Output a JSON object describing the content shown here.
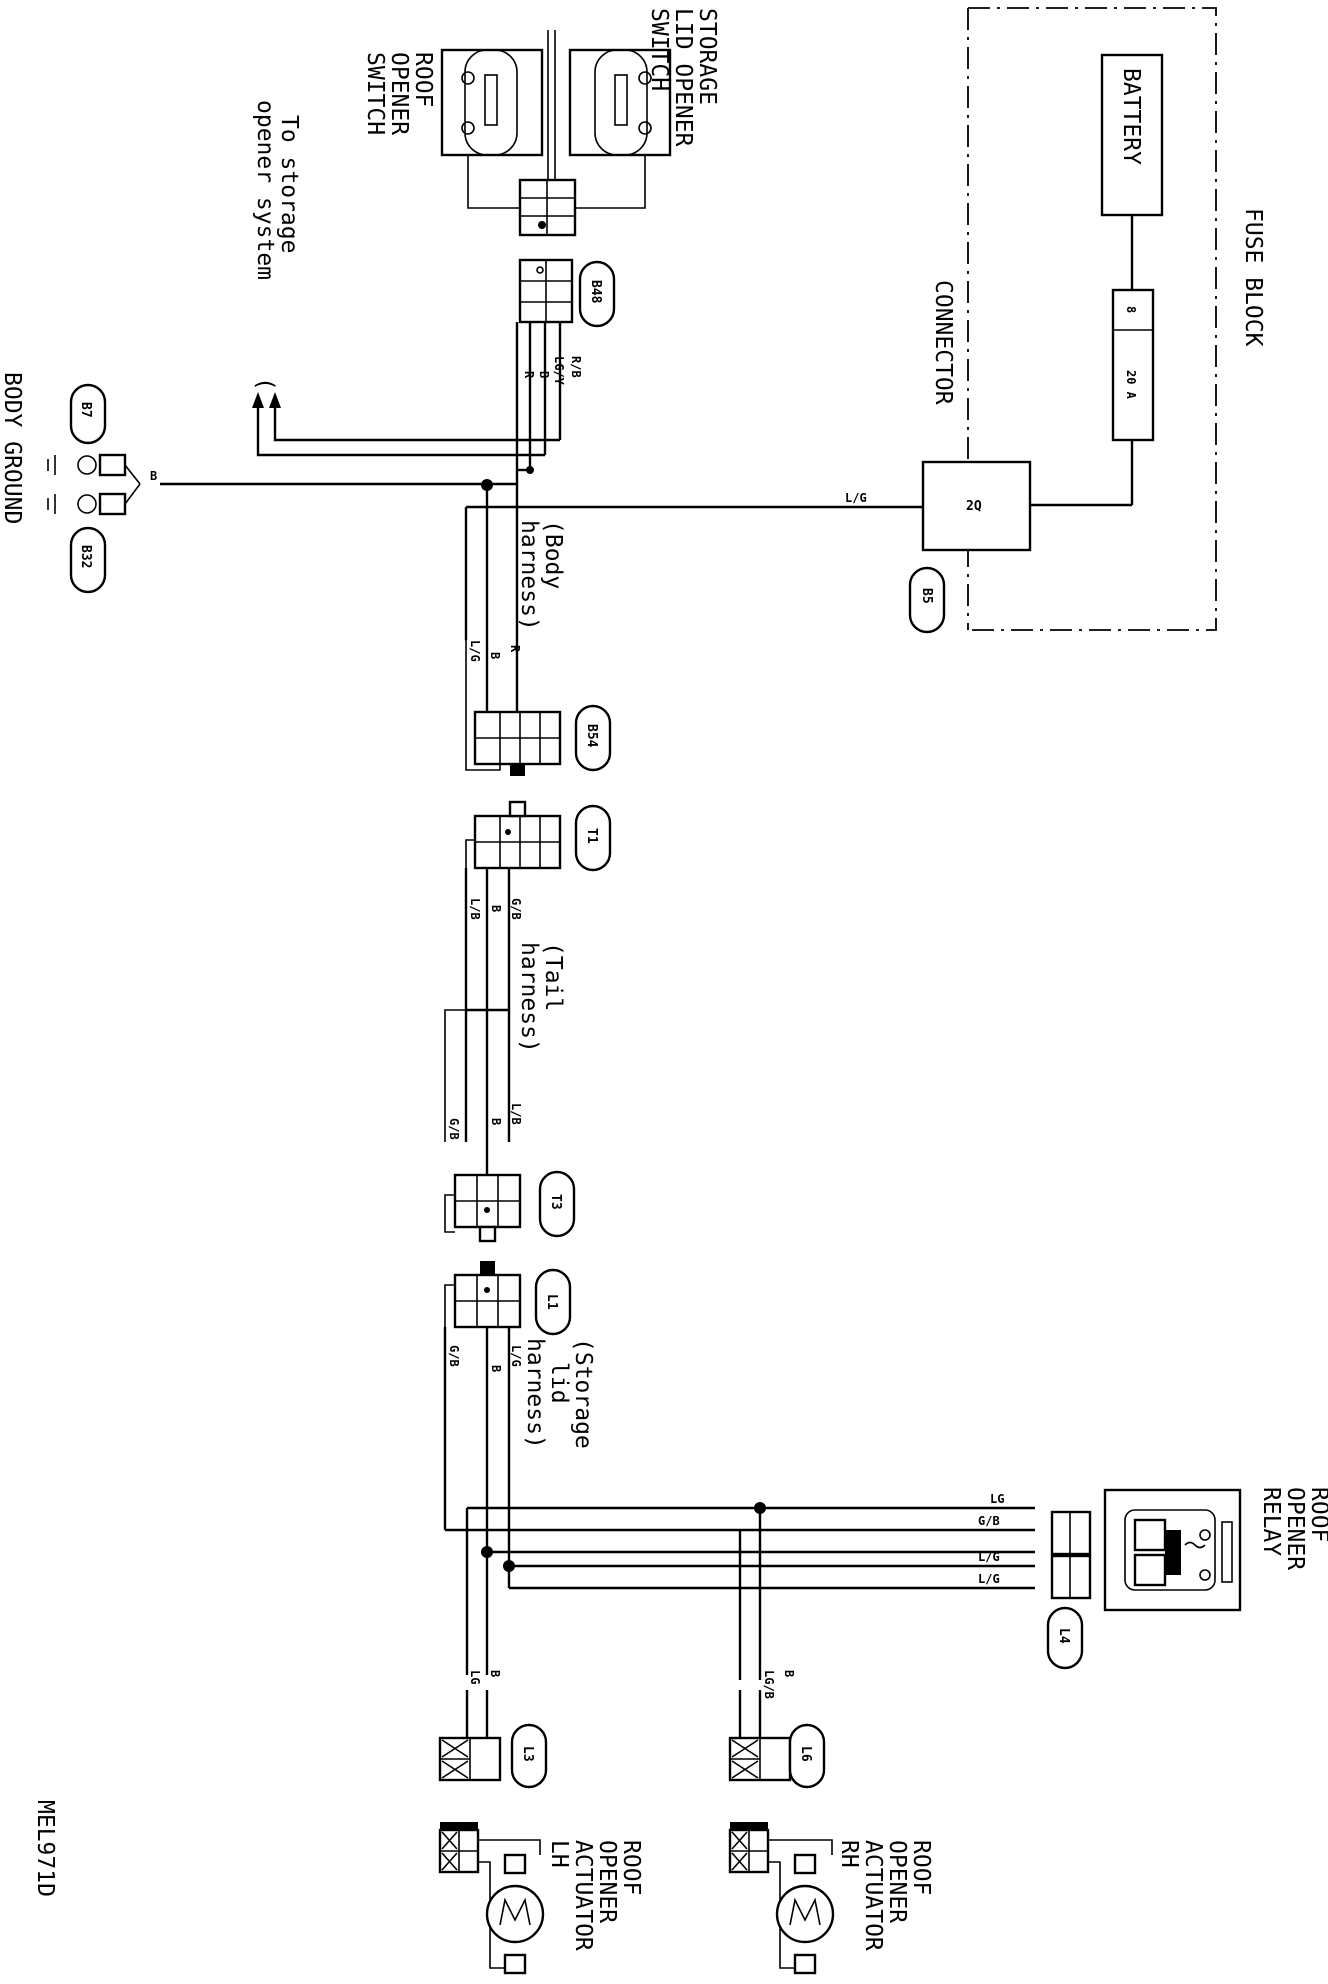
{
  "diagram_id": "MEL971D",
  "labels": {
    "fuse_block": "FUSE BLOCK",
    "battery": "BATTERY",
    "fuse_number": "8",
    "fuse_rating": "20 A",
    "connector": "CONNECTOR",
    "connector_pin": "2Q",
    "storage_system_line1": "To storage",
    "storage_system_line2": "opener system",
    "roof_opener_switch": [
      "ROOF",
      "OPENER",
      "SWITCH"
    ],
    "storage_lid_opener_switch": [
      "STORAGE",
      "LID OPENER",
      "SWITCH"
    ],
    "body_ground": "BODY GROUND",
    "body_harness": [
      "(Body",
      "harness)"
    ],
    "tail_harness": [
      "(Tail",
      "harness)"
    ],
    "storage_lid_harness": [
      "(Storage",
      "lid",
      "harness)"
    ],
    "roof_opener_relay": [
      "ROOF",
      "OPENER",
      "RELAY"
    ],
    "actuator_lh": [
      "ROOF",
      "OPENER",
      "ACTUATOR",
      "LH"
    ],
    "actuator_rh": [
      "ROOF",
      "OPENER",
      "ACTUATOR",
      "RH"
    ]
  },
  "connectors": {
    "B5": "B5",
    "B7": "B7",
    "B32": "B32",
    "B48": "B48",
    "B54": "B54",
    "T1": "T1",
    "T3": "T3",
    "L1": "L1",
    "L3": "L3",
    "L4": "L4",
    "L6": "L6"
  },
  "wire_colors": {
    "rb": "R/B",
    "lgy": "LG/Y",
    "b": "B",
    "r": "R",
    "lg_slash": "L/G",
    "gb": "G/B",
    "lb": "L/B",
    "lg": "LG",
    "lgb": "LG/B"
  }
}
